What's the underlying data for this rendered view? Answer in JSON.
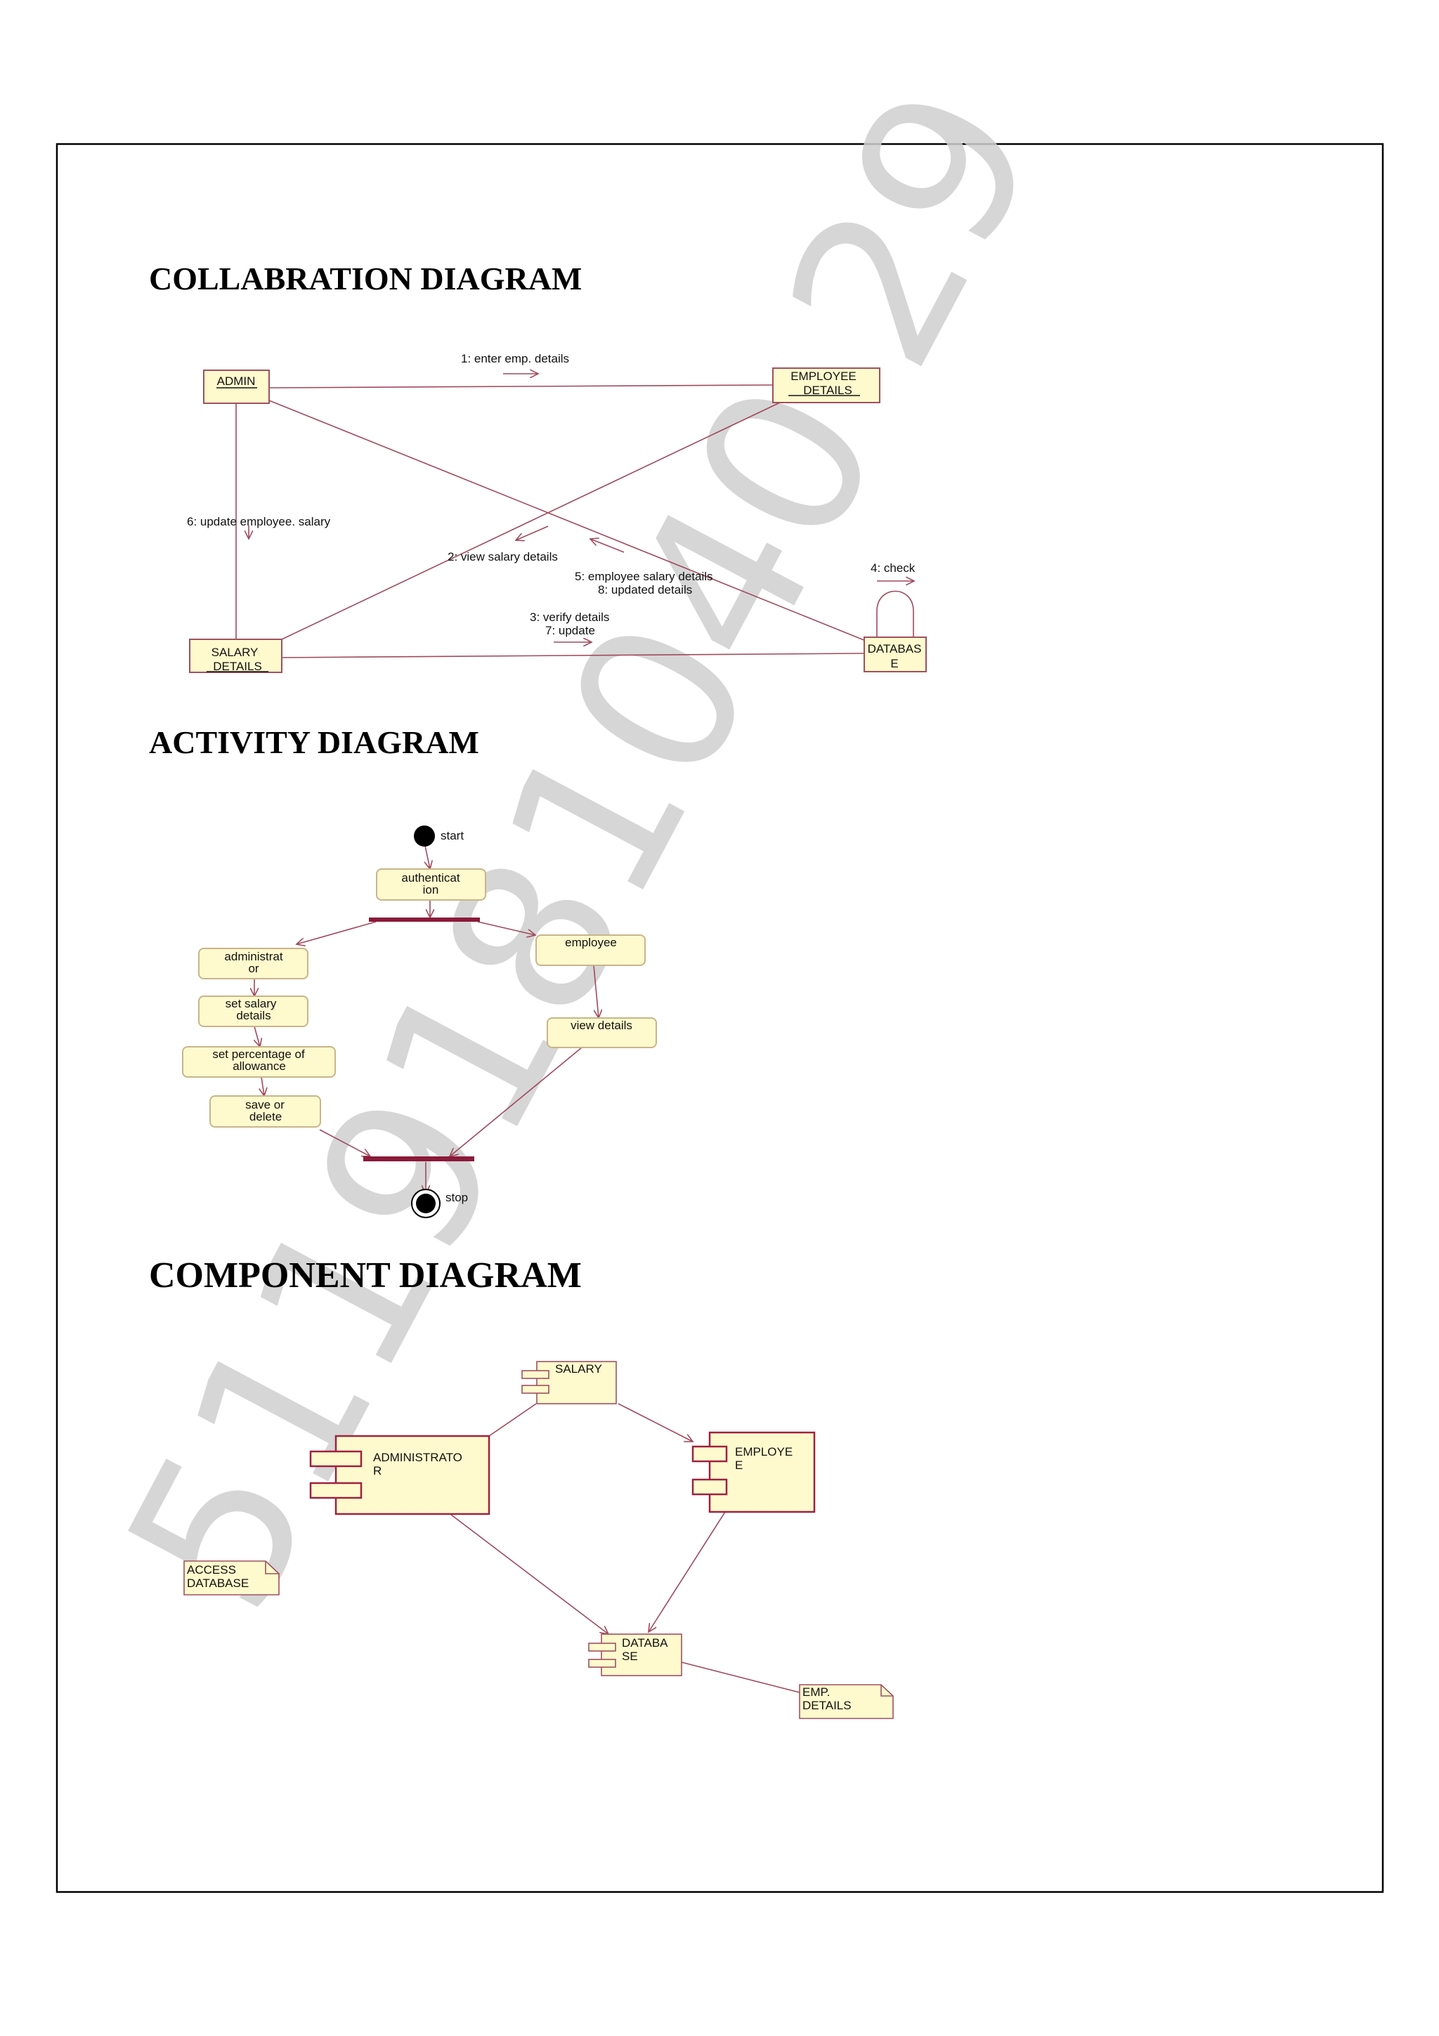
{
  "watermark": "5119181040 29",
  "collaboration": {
    "title": "COLLABRATION DIAGRAM",
    "objects": {
      "admin": "ADMIN",
      "employee_1": "EMPLOYEE",
      "employee_2": "DETAILS",
      "salary_1": "SALARY",
      "salary_2": "DETAILS",
      "database_1": "DATABAS",
      "database_2": "E"
    },
    "messages": {
      "m1": "1: enter emp. details",
      "m6": "6: update employee. salary",
      "m2": "2: view salary details",
      "m5": "5: employee salary details",
      "m8": "8: updated details",
      "m4": "4: check",
      "m3": "3: verify details",
      "m7": "7: update"
    }
  },
  "activity": {
    "title": "ACTIVITY DIAGRAM",
    "start_label": "start",
    "stop_label": "stop",
    "nodes": {
      "auth_1": "authenticat",
      "auth_2": "ion",
      "admin_1": "administrat",
      "admin_2": "or",
      "employee": "employee",
      "salary_1": "set salary",
      "salary_2": "details",
      "allow_1": "set percentage of",
      "allow_2": "allowance",
      "save_1": "save or",
      "save_2": "delete",
      "view": "view details"
    }
  },
  "component": {
    "title": "COMPONENT DIAGRAM",
    "components": {
      "salary": "SALARY",
      "admin_1": "ADMINISTRATO",
      "admin_2": "R",
      "employee_1": "EMPLOYE",
      "employee_2": "E",
      "database_1": "DATABA",
      "database_2": "SE"
    },
    "notes": {
      "access_1": "ACCESS",
      "access_2": "DATABASE",
      "emp_1": "EMP.",
      "emp_2": "DETAILS"
    }
  }
}
